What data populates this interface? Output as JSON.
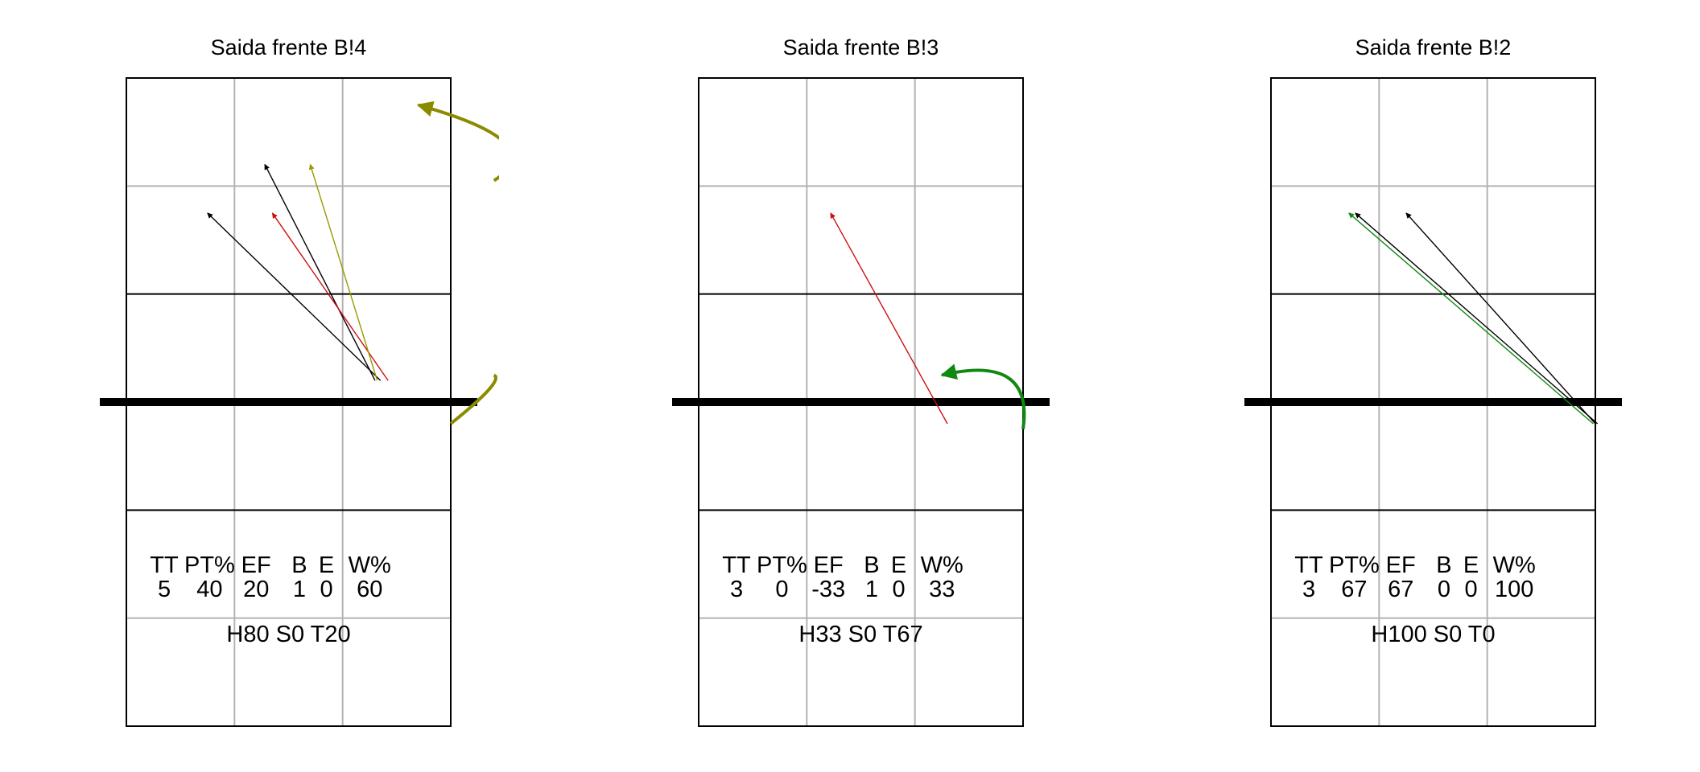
{
  "chart_data": [
    {
      "type": "court-attack-map",
      "title": "Saida frente B!4",
      "stats_header": [
        "TT",
        "PT%",
        "EF",
        "B",
        "E",
        "W%"
      ],
      "stats_values": [
        "5",
        "40",
        "20",
        "1",
        "0",
        "60"
      ],
      "footer": "H80 S0 T20",
      "attacks": [
        {
          "from": [
            2.35,
            3.2
          ],
          "to": [
            0.75,
            4.75
          ],
          "color": "#000000"
        },
        {
          "from": [
            2.3,
            3.2
          ],
          "to": [
            1.28,
            5.2
          ],
          "color": "#000000"
        },
        {
          "from": [
            2.42,
            3.2
          ],
          "to": [
            1.35,
            4.75
          ],
          "color": "#cc1111"
        },
        {
          "from": [
            2.32,
            3.2
          ],
          "to": [
            1.7,
            5.2
          ],
          "color": "#999900"
        }
      ],
      "curves": [
        {
          "start": [
            3.4,
            5.05
          ],
          "control": [
            3.95,
            5.4
          ],
          "end": [
            2.7,
            5.75
          ],
          "color": "#8b8b00",
          "arrow": true
        },
        {
          "start": [
            3.0,
            2.8
          ],
          "control": [
            3.5,
            3.2
          ],
          "end": [
            3.4,
            3.25
          ],
          "color": "#8b8b00",
          "arrow": false
        }
      ]
    },
    {
      "type": "court-attack-map",
      "title": "Saida frente B!3",
      "stats_header": [
        "TT",
        "PT%",
        "EF",
        "B",
        "E",
        "W%"
      ],
      "stats_values": [
        "3",
        "0",
        "-33",
        "1",
        "0",
        "33"
      ],
      "footer": "H33 S0 T67",
      "attacks": [
        {
          "from": [
            2.3,
            2.8
          ],
          "to": [
            1.22,
            4.75
          ],
          "color": "#cc1111"
        }
      ],
      "curves": [
        {
          "start": [
            3.0,
            2.75
          ],
          "control": [
            3.1,
            3.45
          ],
          "end": [
            2.25,
            3.25
          ],
          "color": "#118811",
          "arrow": true
        }
      ]
    },
    {
      "type": "court-attack-map",
      "title": "Saida frente B!2",
      "stats_header": [
        "TT",
        "PT%",
        "EF",
        "B",
        "E",
        "W%"
      ],
      "stats_values": [
        "3",
        "67",
        "67",
        "0",
        "0",
        "100"
      ],
      "footer": "H100 S0 T0",
      "attacks": [
        {
          "from": [
            3.02,
            2.8
          ],
          "to": [
            0.78,
            4.75
          ],
          "color": "#000000"
        },
        {
          "from": [
            3.0,
            2.8
          ],
          "to": [
            1.25,
            4.75
          ],
          "color": "#000000"
        },
        {
          "from": [
            2.98,
            2.8
          ],
          "to": [
            0.72,
            4.75
          ],
          "color": "#118811"
        }
      ],
      "curves": []
    }
  ]
}
